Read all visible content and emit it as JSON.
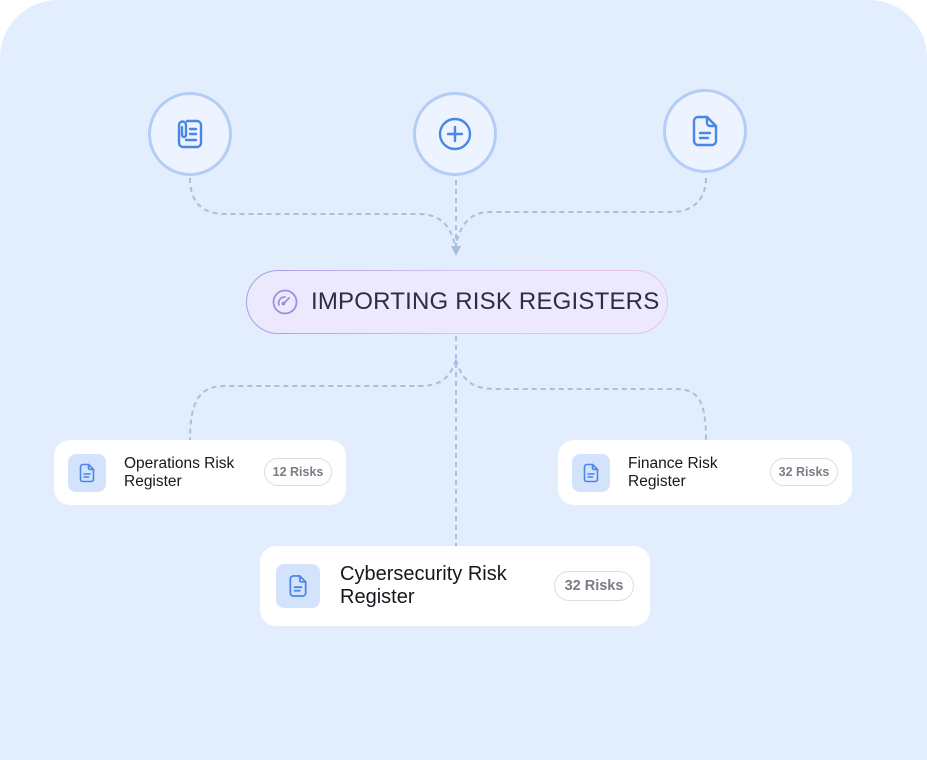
{
  "diagram": {
    "sources": [
      {
        "name": "clipboard-document",
        "icon": "paperclip-document-icon"
      },
      {
        "name": "add-new",
        "icon": "plus-circle-icon"
      },
      {
        "name": "document-file",
        "icon": "document-icon"
      }
    ],
    "hub": {
      "icon": "gauge-icon",
      "label": "IMPORTING RISK REGISTERS"
    },
    "outputs": [
      {
        "title": "Operations Risk Register",
        "badge": "12 Risks",
        "icon": "document-icon"
      },
      {
        "title": "Finance Risk Register",
        "badge": "32 Risks",
        "icon": "document-icon"
      },
      {
        "title": "Cybersecurity Risk Register",
        "badge": "32 Risks",
        "icon": "document-icon"
      }
    ],
    "colors": {
      "background": "#e2edfd",
      "accent_blue": "#4a86e8",
      "circle_border": "#b3cdf6",
      "connector": "#a9bfdc",
      "hub_fill": "#ebe9fb",
      "hub_icon": "#9b8fe0",
      "card_icon_bg": "#d4e3fc"
    }
  }
}
